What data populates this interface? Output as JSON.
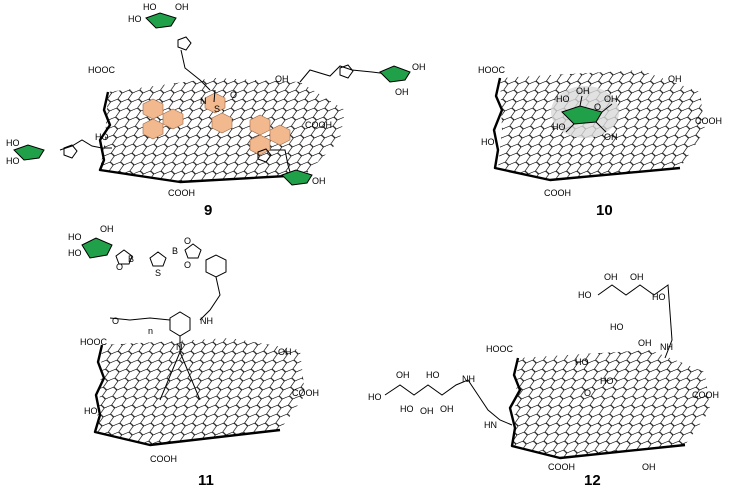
{
  "compounds": [
    {
      "id": "9",
      "labels": {
        "cooh_tl": "HOOC",
        "oh_top": "OH",
        "cooh_right": "COOH",
        "oh_left": "HO",
        "cooh_bottom": "COOH",
        "n": "N",
        "s": "S",
        "o": "O",
        "sugar_oh1": "HO",
        "sugar_oh2": "HO",
        "sugar_oh3": "OH",
        "sugar_oh4": "OH",
        "sugar_oh5": "OH",
        "sugar_oh6": "HO",
        "sugar_oh7": "HO",
        "sugar_oh8": "OH"
      }
    },
    {
      "id": "10",
      "labels": {
        "cooh_tl": "HOOC",
        "oh_top": "OH",
        "cooh_right": "COOH",
        "oh_left": "HO",
        "cooh_bottom": "COOH",
        "sugar_oh1": "OH",
        "sugar_oh2": "HO",
        "sugar_oh3": "HO",
        "sugar_oh4": "OH",
        "sugar_o": "O",
        "sugar_oh5": "OH"
      }
    },
    {
      "id": "11",
      "labels": {
        "cooh_tl": "HOOC",
        "oh_top": "OH",
        "cooh_right": "COOH",
        "oh_left": "HO",
        "cooh_bottom": "COOH",
        "sugar_oh1": "HO",
        "sugar_oh2": "OH",
        "sugar_oh3": "HO",
        "b1": "B",
        "b2": "B",
        "s": "S",
        "o1": "O",
        "o2": "O",
        "o3": "O",
        "o4": "O",
        "nh": "NH",
        "n": "N",
        "n_sub": "n"
      }
    },
    {
      "id": "12",
      "labels": {
        "cooh_tl": "HOOC",
        "oh_top": "HO",
        "cooh_right": "COOH",
        "oh_bottom": "OH",
        "cooh_bottom": "COOH",
        "ho_inner": "HO",
        "o_inner": "O",
        "nh_top": "NH",
        "nh_left": "NH",
        "hn": "HN",
        "top_oh1": "OH",
        "top_oh2": "OH",
        "top_oh3": "HO",
        "top_oh4": "HO",
        "top_oh5": "OH",
        "top_ho": "HO",
        "left_ho": "HO",
        "left_oh1": "OH",
        "left_oh2": "OH",
        "left_oh3": "HO",
        "left_oh4": "OH",
        "left_ho2": "HO"
      }
    }
  ]
}
